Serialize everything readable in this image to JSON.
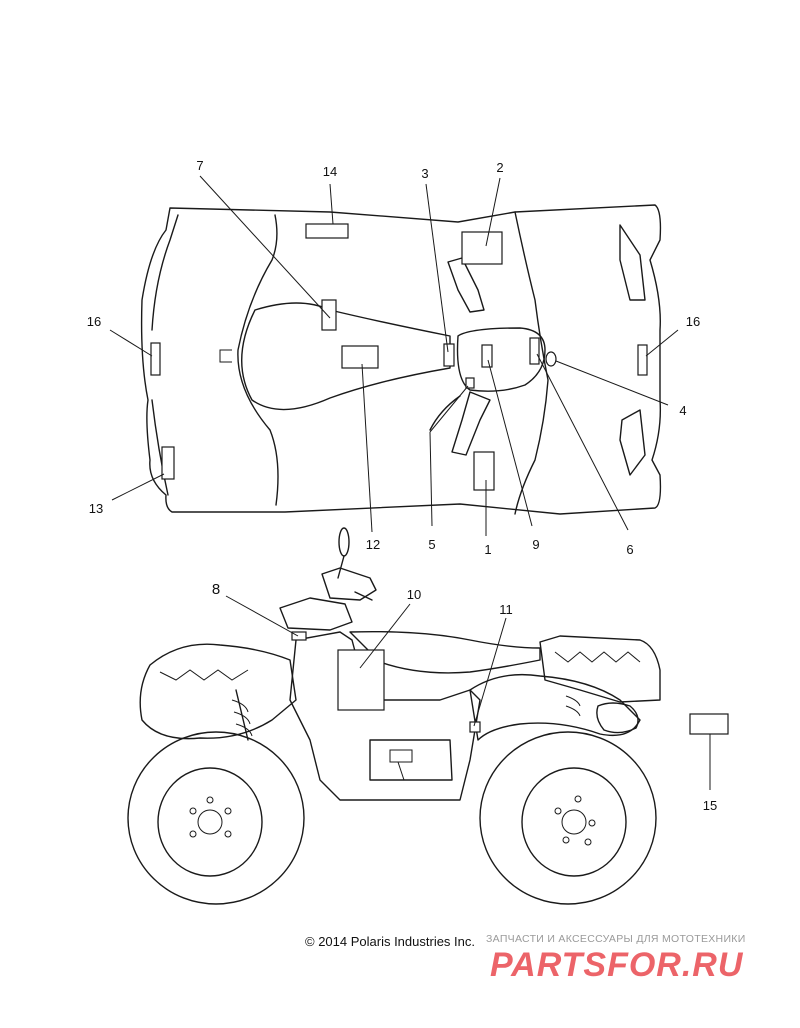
{
  "top_view_callouts": [
    "1",
    "2",
    "3",
    "4",
    "5",
    "6",
    "7",
    "9",
    "12",
    "13",
    "14",
    "16",
    "16"
  ],
  "side_view_callouts": [
    "8",
    "10",
    "11",
    "15"
  ],
  "copyright": "© 2014 Polaris Industries Inc.",
  "watermark": {
    "tagline": "ЗАПЧАСТИ И АКСЕССУАРЫ ДЛЯ МОТОТЕХНИКИ",
    "logo_text": "PARTSFOR.RU",
    "logo_color": "#e94a4f"
  }
}
